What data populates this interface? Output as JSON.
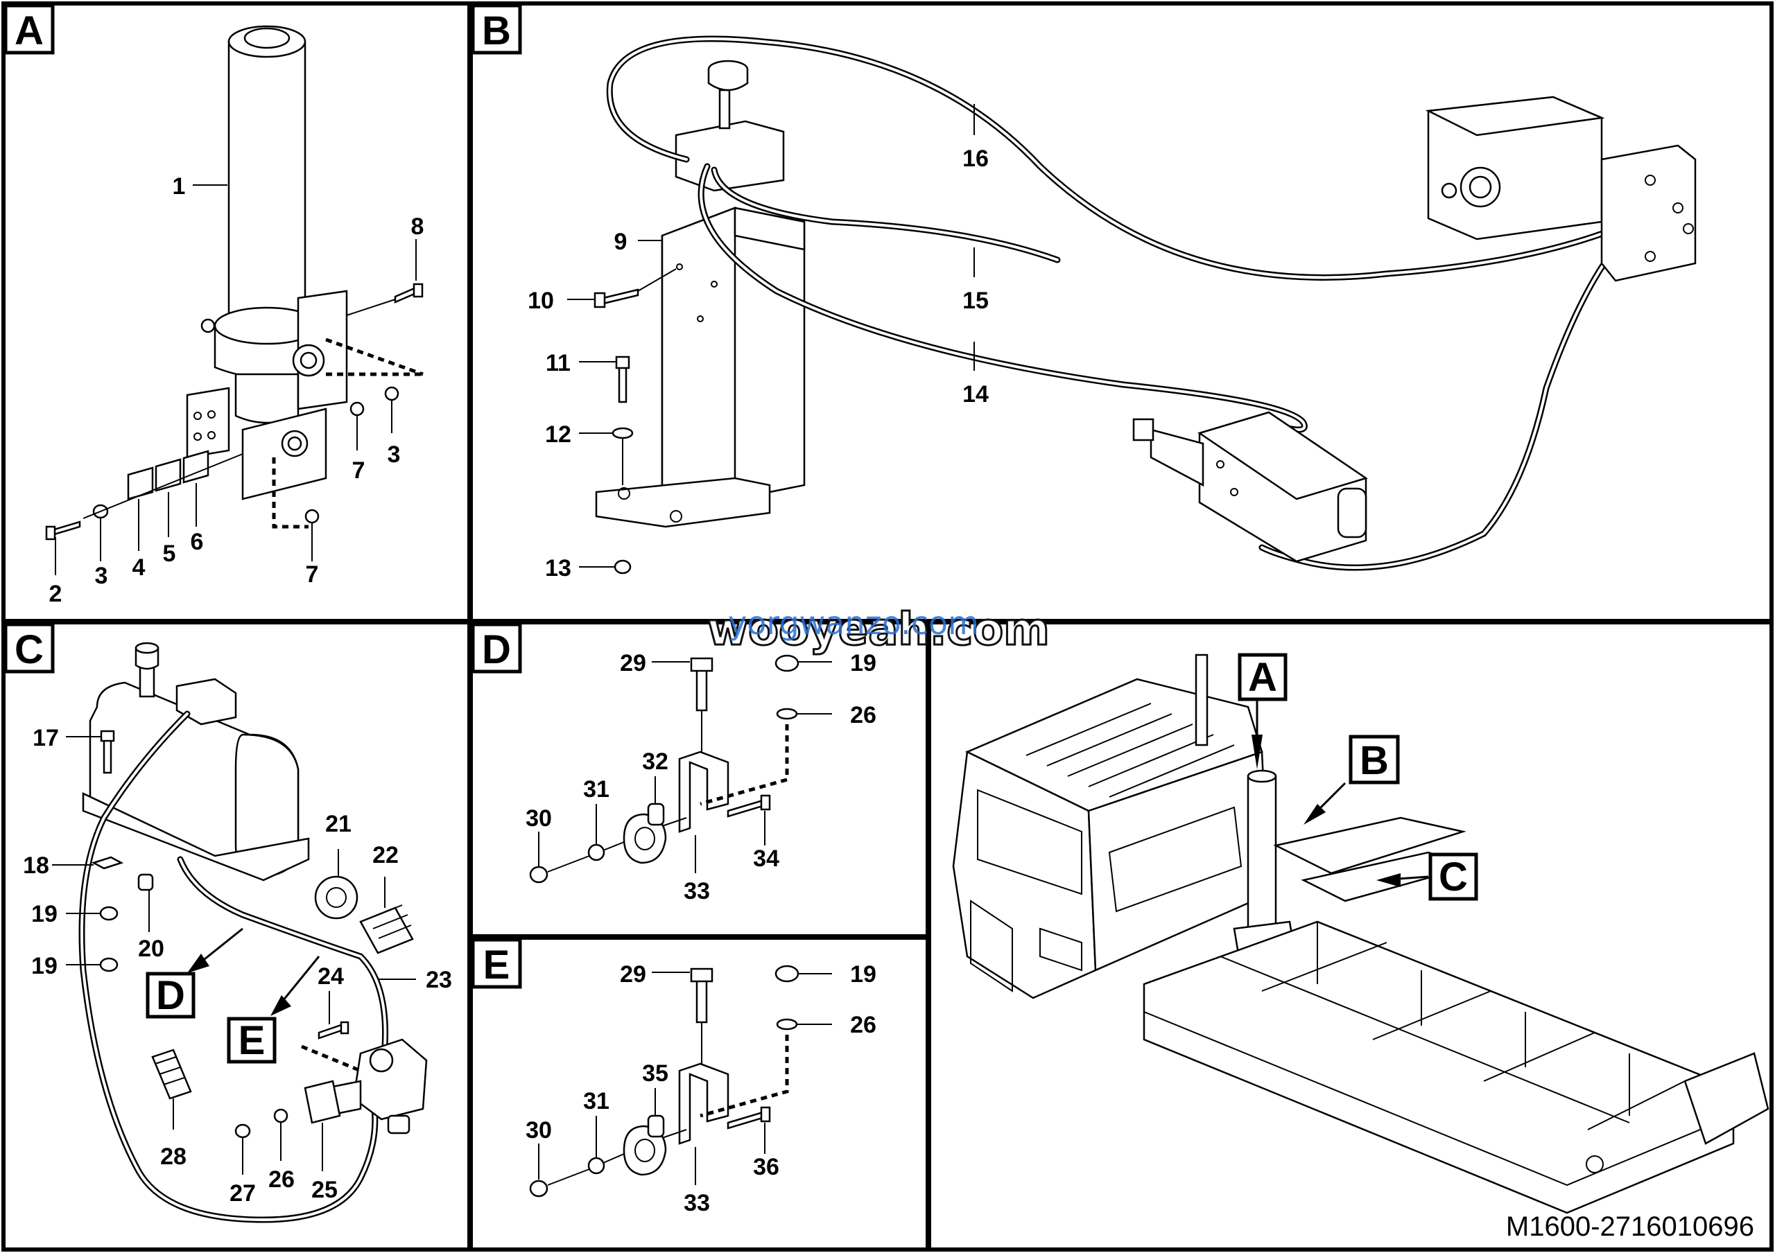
{
  "panels": {
    "a": {
      "letter": "A",
      "callouts": [
        "1",
        "8",
        "7",
        "3",
        "7",
        "2",
        "3",
        "4",
        "5",
        "6"
      ]
    },
    "b": {
      "letter": "B",
      "callouts": [
        "16",
        "9",
        "10",
        "15",
        "11",
        "14",
        "12",
        "13"
      ]
    },
    "c": {
      "letter": "C",
      "callouts": [
        "17",
        "21",
        "22",
        "18",
        "19",
        "20",
        "19",
        "23",
        "24",
        "28",
        "27",
        "26",
        "25"
      ],
      "refs": [
        "D",
        "E"
      ]
    },
    "d": {
      "letter": "D",
      "callouts": [
        "29",
        "19",
        "26",
        "32",
        "31",
        "30",
        "34",
        "33"
      ]
    },
    "e": {
      "letter": "E",
      "callouts": [
        "29",
        "19",
        "26",
        "35",
        "31",
        "30",
        "36",
        "33"
      ]
    },
    "overview": {
      "refs": [
        "A",
        "B",
        "C"
      ]
    }
  },
  "watermark": {
    "main": "wooyeah.com",
    "overlay": "yorgwanzo.com"
  },
  "drawing_number": "M1600-2716010696",
  "colors": {
    "line": "#000000",
    "background": "#ffffff",
    "watermark_overlay": "#2a6fd6"
  }
}
